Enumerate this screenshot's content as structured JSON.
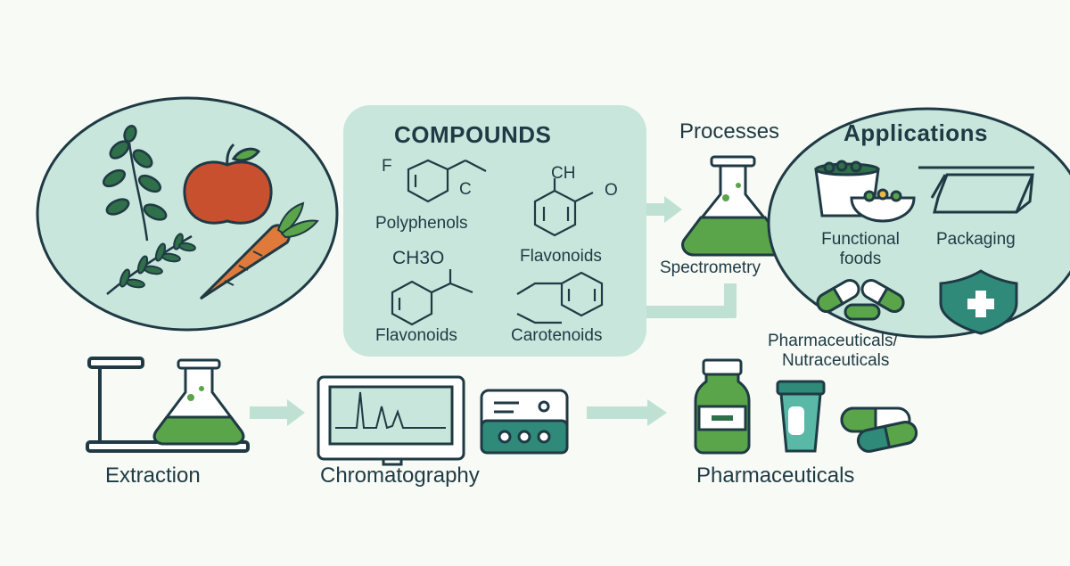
{
  "colors": {
    "background": "#f7faf5",
    "panel": "#c9e6dc",
    "outline": "#1f3a44",
    "green": "#5aa44a",
    "dark_green": "#2f6f4a",
    "tomato": "#c9502f",
    "carrot": "#e07a3a",
    "arrow": "#bfe1d4"
  },
  "compounds": {
    "title": "COMPOUNDS",
    "items": [
      {
        "label": "Polyphenols",
        "sub1": "F",
        "sub2": "C"
      },
      {
        "label": "Flavonoids",
        "sub1": "CH",
        "sub2": "O"
      },
      {
        "label": "Flavonoids",
        "sub1": "CH3O"
      },
      {
        "label": "Carotenoids"
      }
    ]
  },
  "processes": {
    "title": "Processes",
    "item": "Spectrometry"
  },
  "applications": {
    "title": "Applications",
    "items": [
      "Functional foods",
      "Packaging",
      "Pharmaceuticals/ Nutraceuticals"
    ],
    "functional_line1": "Functional",
    "functional_line2": "foods",
    "pharma_line1": "Pharmaceuticals/",
    "pharma_line2": "Nutraceuticals"
  },
  "bottom": {
    "extraction": "Extraction",
    "chromatography": "Chromatography",
    "pharmaceuticals": "Pharmaceuticals"
  },
  "icons": [
    "herb-icon",
    "apple-icon",
    "rosemary-icon",
    "carrot-icon",
    "flask-icon",
    "bowl-icon",
    "tray-icon",
    "capsule-icon",
    "shield-icon",
    "monitor-icon",
    "device-icon",
    "bottle-icon",
    "tube-icon"
  ]
}
